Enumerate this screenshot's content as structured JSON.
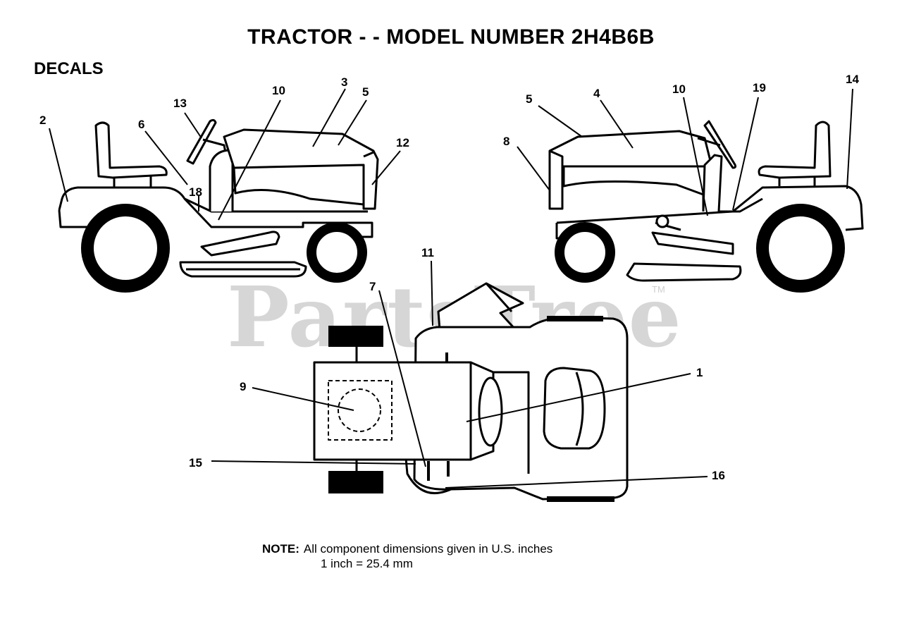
{
  "title": "TRACTOR - - MODEL NUMBER 2H4B6B",
  "section": "DECALS",
  "watermark": "PartsTree",
  "trademark": "TM",
  "note": {
    "label": "NOTE:",
    "line1": "All component dimensions given in U.S. inches",
    "line2": "1 inch = 25.4 mm"
  },
  "callouts": {
    "left_side": [
      "2",
      "13",
      "6",
      "18",
      "10",
      "3",
      "5",
      "12"
    ],
    "right_side": [
      "5",
      "4",
      "10",
      "19",
      "14",
      "8"
    ],
    "top_view": [
      "11",
      "7",
      "9",
      "15",
      "1",
      "16"
    ]
  },
  "colors": {
    "line": "#000000",
    "fill": "#ffffff",
    "watermark": "#d6d6d6"
  }
}
